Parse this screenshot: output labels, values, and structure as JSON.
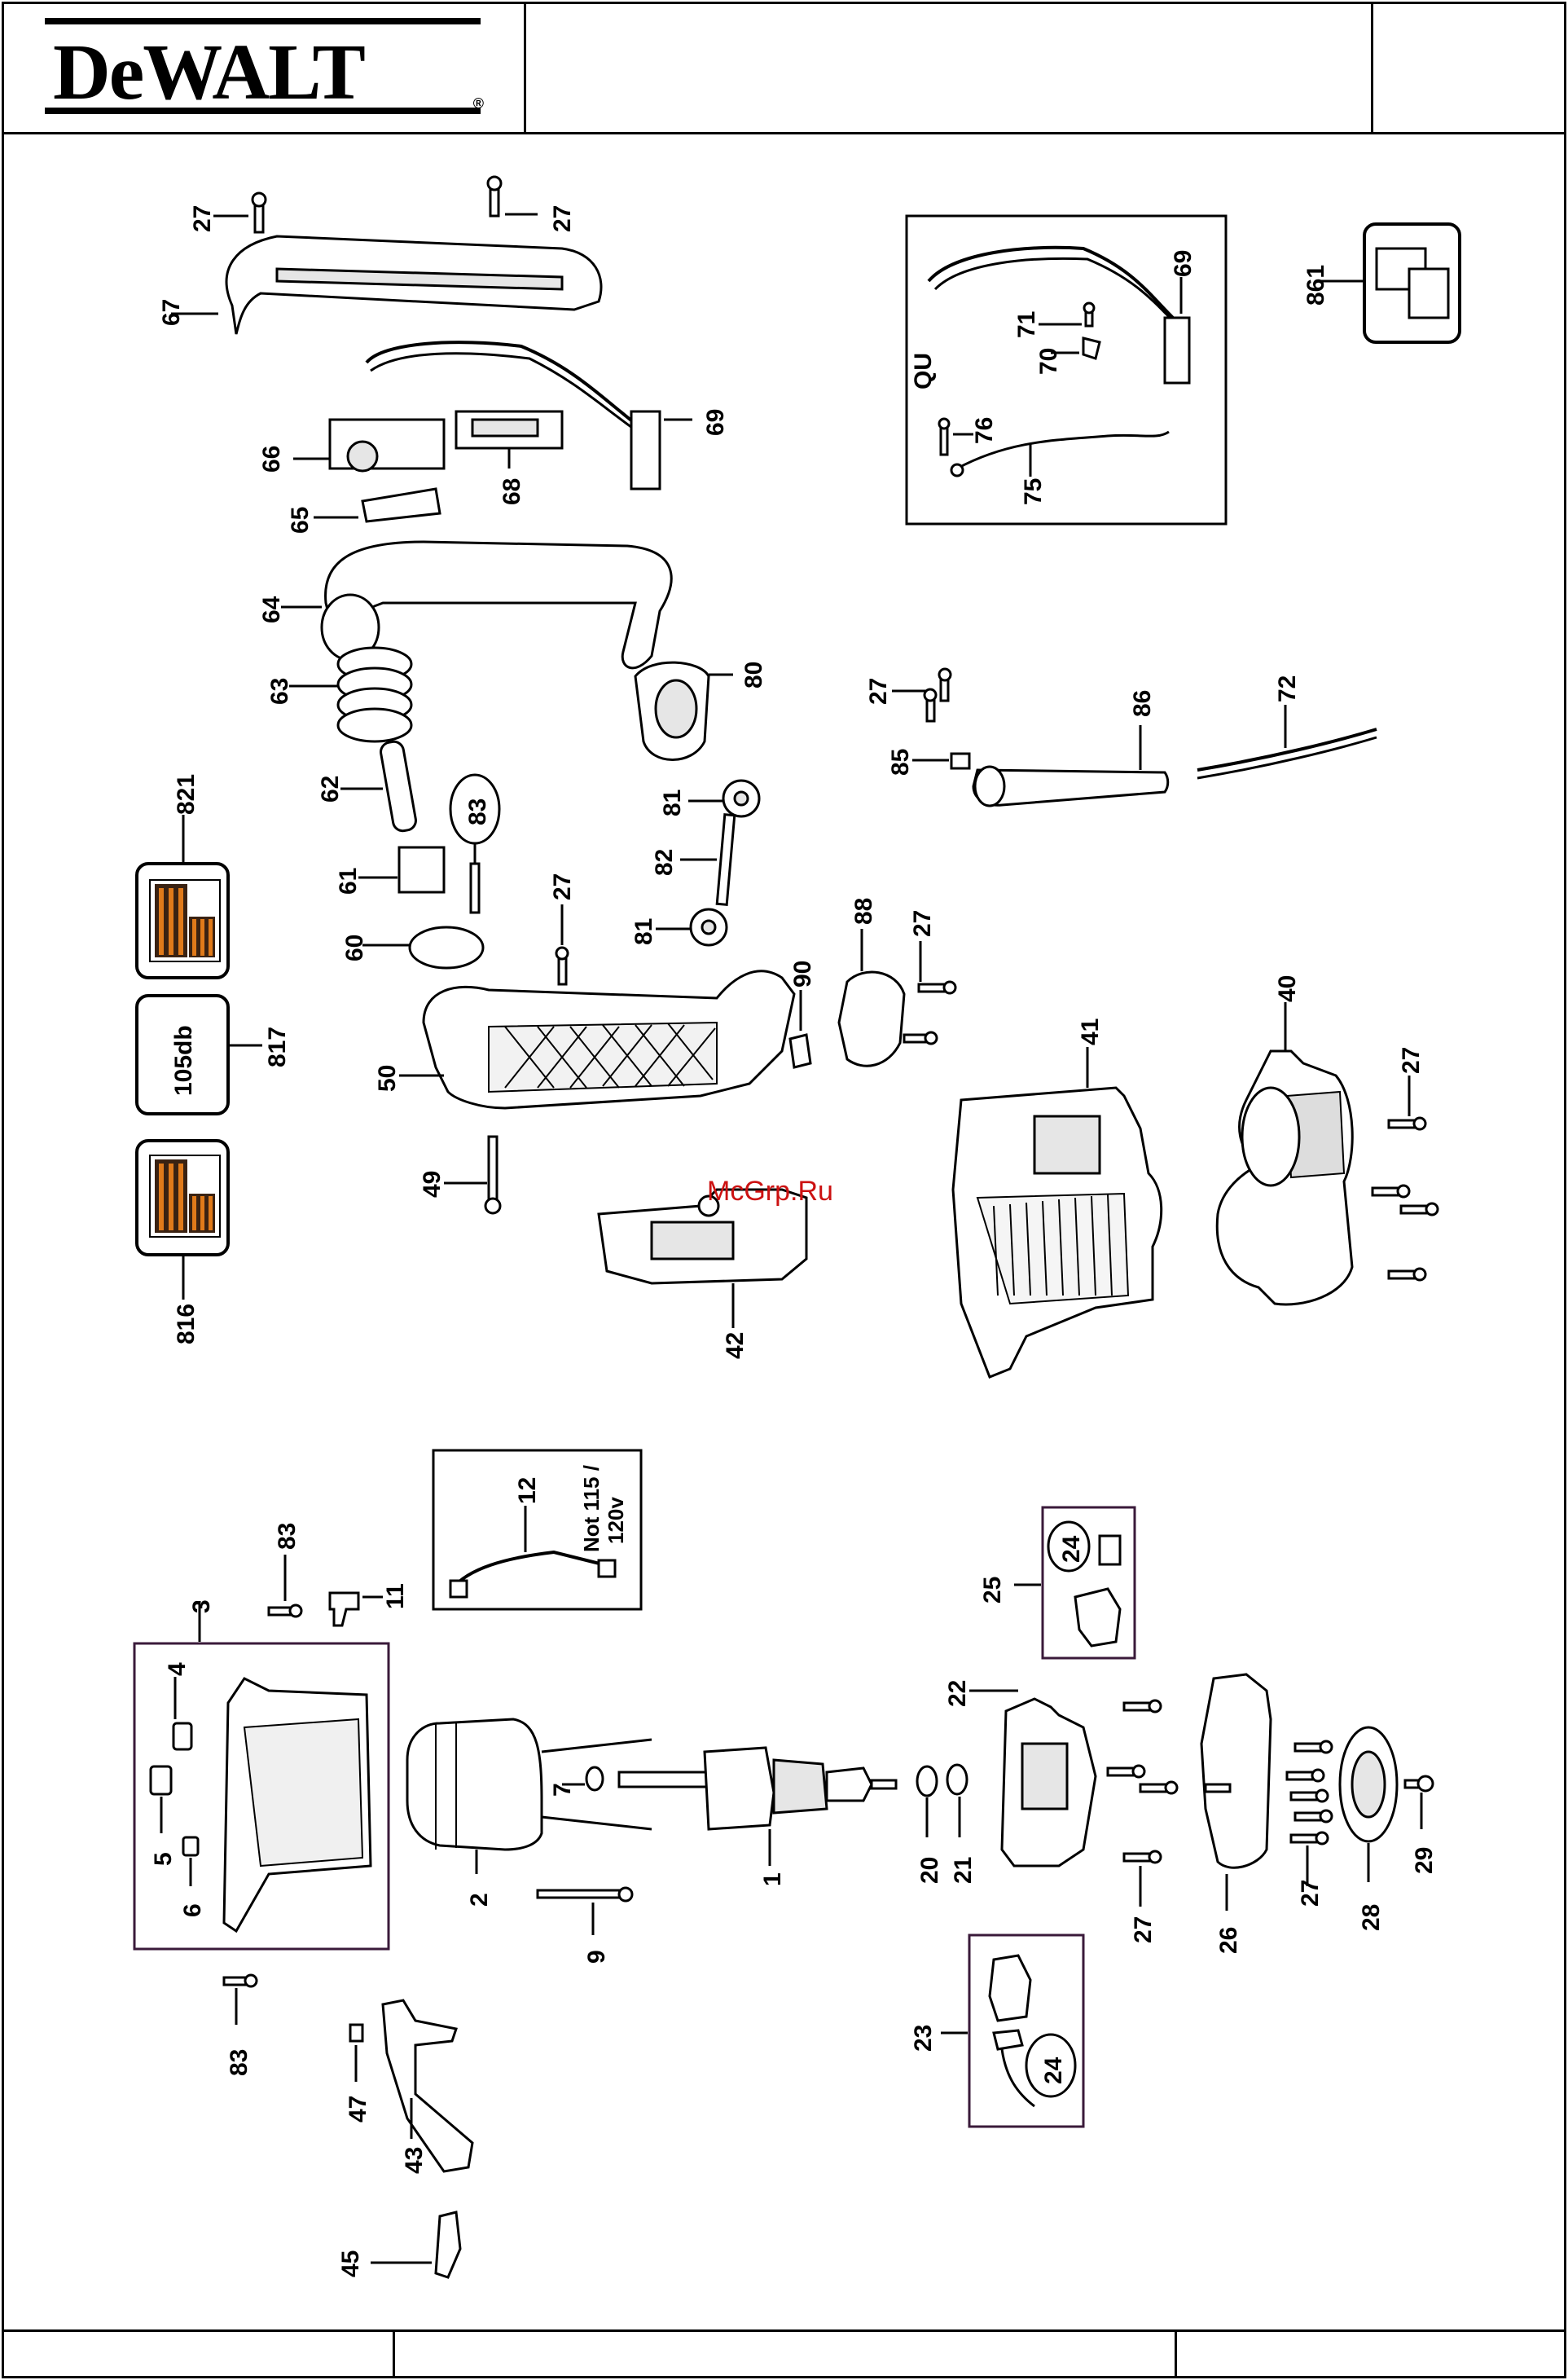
{
  "brand": {
    "logo_text": "DeWALT",
    "registered": "®"
  },
  "watermark": "McGrp.Ru",
  "notes": {
    "qu_region": "QU",
    "not_115": "Not 115 /",
    "volt_120": "120v",
    "noise_level": "105db"
  },
  "callouts": {
    "c1": "1",
    "c2": "2",
    "c3": "3",
    "c4": "4",
    "c5": "5",
    "c6": "6",
    "c7": "7",
    "c9": "9",
    "c11": "11",
    "c12": "12",
    "c20": "20",
    "c21": "21",
    "c22": "22",
    "c23": "23",
    "c24": "24",
    "c25": "25",
    "c26": "26",
    "c27": "27",
    "c28": "28",
    "c29": "29",
    "c40": "40",
    "c41": "41",
    "c42": "42",
    "c43": "43",
    "c45": "45",
    "c47": "47",
    "c49": "49",
    "c50": "50",
    "c60": "60",
    "c61": "61",
    "c62": "62",
    "c63": "63",
    "c64": "64",
    "c65": "65",
    "c66": "66",
    "c67": "67",
    "c68": "68",
    "c69": "69",
    "c70": "70",
    "c71": "71",
    "c72": "72",
    "c75": "75",
    "c76": "76",
    "c80": "80",
    "c81": "81",
    "c82": "82",
    "c83": "83",
    "c85": "85",
    "c86": "86",
    "c88": "88",
    "c90": "90",
    "c816": "816",
    "c817": "817",
    "c821": "821",
    "c861": "861"
  },
  "colors": {
    "label_orange": "#e07a1a",
    "frame_purple": "#3a1a3a",
    "watermark_red": "#cc1111"
  }
}
